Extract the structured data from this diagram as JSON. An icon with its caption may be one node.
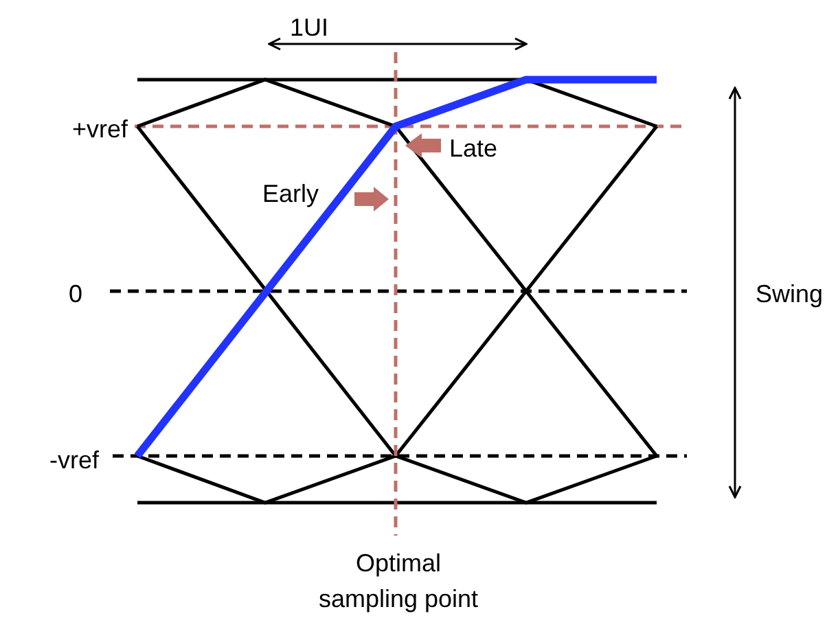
{
  "diagram": {
    "labels": [
      "1UI",
      "+vref",
      "Late",
      "Early",
      "0",
      "Swing",
      "-vref",
      "Optimal sampling point"
    ]
  }
}
